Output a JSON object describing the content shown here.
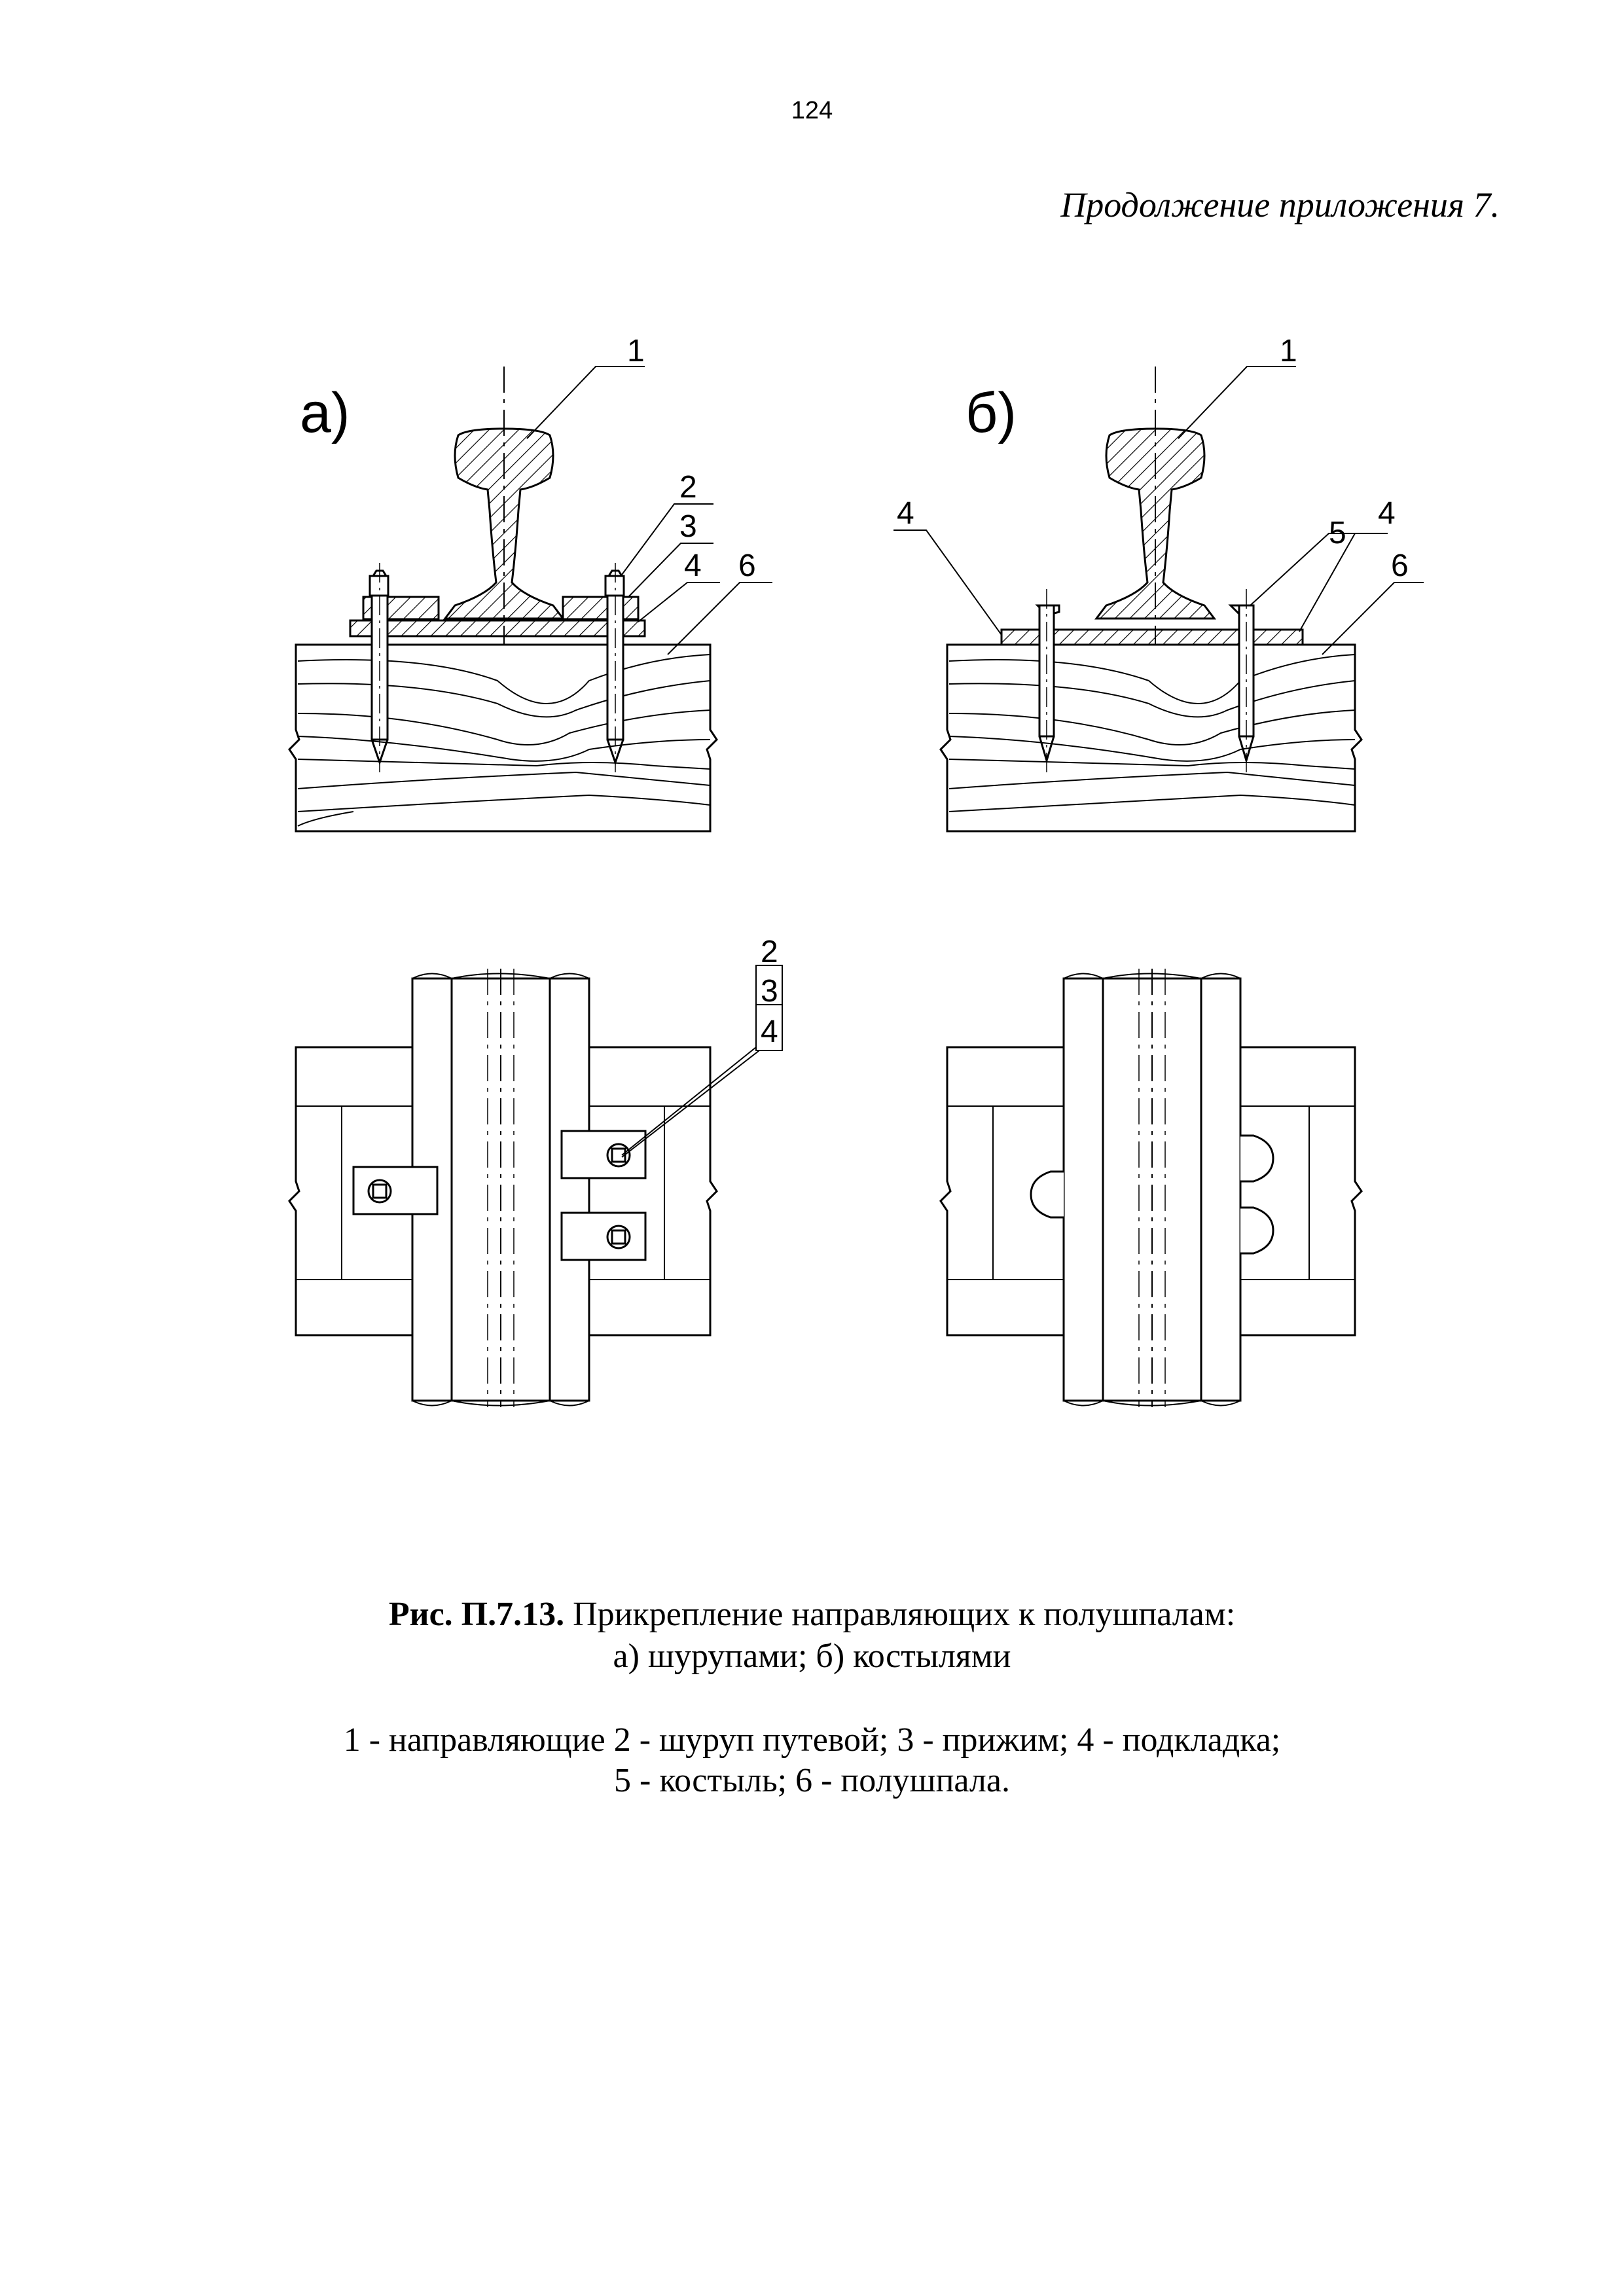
{
  "page": {
    "number": "124",
    "running_head": "Продолжение приложения 7."
  },
  "figure": {
    "panel_a_label": "а)",
    "panel_b_label": "б)",
    "callouts_a_section": [
      "1",
      "2",
      "3",
      "4",
      "6"
    ],
    "callouts_b_section": [
      "1",
      "4",
      "5",
      "4",
      "6"
    ],
    "callouts_a_plan": [
      "2",
      "3",
      "4"
    ]
  },
  "caption": {
    "figure_ref": "Рис. П.7.13.",
    "title_line1": "Прикрепление направляющих к полушпалам:",
    "title_line2": "а) шурупами; б) костылями",
    "legend_line1": "1 - направляющие 2 - шуруп путевой; 3 - прижим; 4 - подкладка;",
    "legend_line2": "5 - костыль; 6 - полушпала."
  }
}
